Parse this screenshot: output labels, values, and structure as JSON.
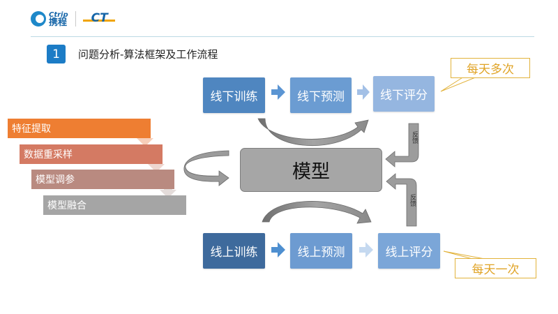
{
  "header": {
    "logo_en": "Ctrip",
    "logo_cn": "携程",
    "logo_ct": "CT",
    "badge": "1",
    "title": "问题分析-算法框架及工作流程"
  },
  "diagram": {
    "offline": {
      "train": "线下训练",
      "predict": "线下预测",
      "score": "线下评分",
      "frequency": "每天多次"
    },
    "online": {
      "train": "线上训练",
      "predict": "线上预测",
      "score": "线上评分",
      "frequency": "每天一次"
    },
    "model": "模型",
    "feedback_top": "反馈",
    "feedback_bottom": "反馈",
    "steps": [
      "特征提取",
      "数据重采样",
      "模型调参",
      "模型融合"
    ]
  },
  "colors": {
    "accent_blue": "#1c7cc6",
    "offline_train": "#4f86c0",
    "offline_predict": "#6b9cd2",
    "offline_score": "#95b6e0",
    "online_train": "#3e6a9c",
    "online_predict": "#6d9bd1",
    "online_score": "#7ba6d8",
    "callout": "#e2b23a",
    "step1": "#ee7e32",
    "step2": "#d47a63",
    "step3": "#b98a80",
    "step4": "#a5a5a5"
  }
}
